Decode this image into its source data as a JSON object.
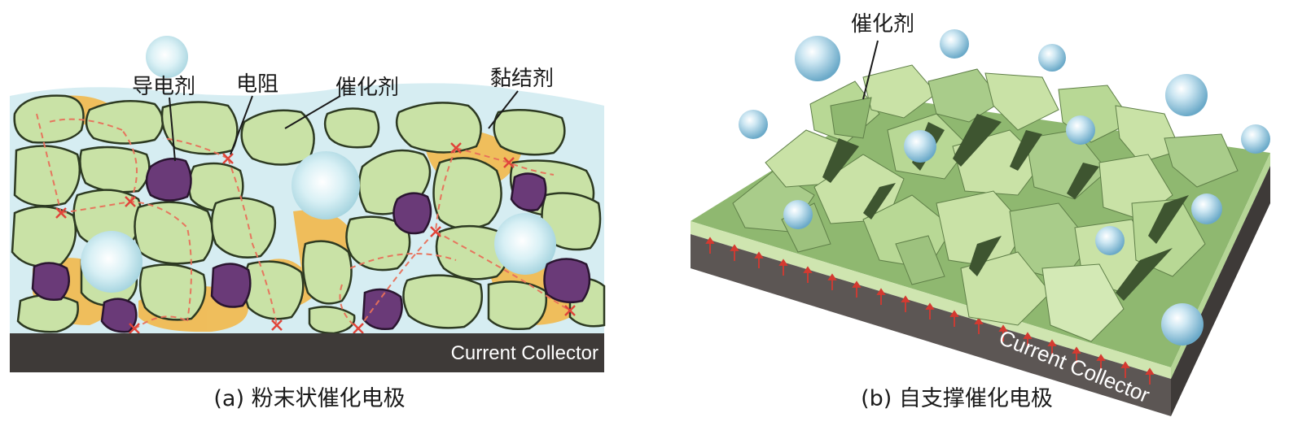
{
  "panel_a": {
    "labels": {
      "conductive_agent": "导电剂",
      "resistance": "电阻",
      "catalyst": "催化剂",
      "binder": "黏结剂"
    },
    "collector": "Current Collector",
    "caption": "(a) 粉末状催化电极"
  },
  "panel_b": {
    "labels": {
      "catalyst": "催化剂"
    },
    "collector": "Current Collector",
    "caption": "(b) 自支撑催化电极"
  },
  "colors": {
    "catalyst_particle": "#c9e2a6",
    "conductive_agent": "#6a3a78",
    "binder": "#f2b84b",
    "electrolyte": "#d6edf2",
    "bubble": "#8fc4dc",
    "collector": "#3e3a38",
    "electron_path": "#e8705a"
  },
  "icons": {
    "bubble": "bubble-icon",
    "resistance_mark": "x-mark-icon"
  }
}
